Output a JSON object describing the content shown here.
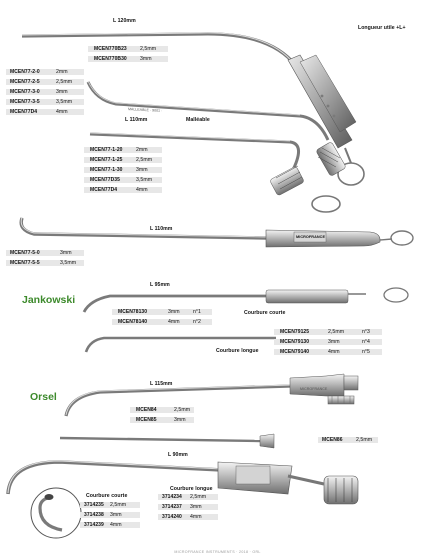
{
  "s1": {
    "dim": "L 120mm",
    "longueur": "Longueur utile +L+",
    "rows": [
      {
        "code": "MCEN770B23",
        "size": "2,5mm"
      },
      {
        "code": "MCEN770B30",
        "size": "3mm"
      }
    ]
  },
  "s2": {
    "dim": "L 110mm",
    "malleable": "Malléable",
    "etch": "MALLEABLE · 9001 ·",
    "rows": [
      {
        "code": "MCEN77-2-0",
        "size": "2mm"
      },
      {
        "code": "MCEN77-2-5",
        "size": "2,5mm"
      },
      {
        "code": "MCEN77-3-0",
        "size": "3mm"
      },
      {
        "code": "MCEN77-3-5",
        "size": "3,5mm"
      },
      {
        "code": "MCEN77D4",
        "size": "4mm"
      }
    ]
  },
  "s3": {
    "rows": [
      {
        "code": "MCEN77-1-20",
        "size": "2mm"
      },
      {
        "code": "MCEN77-1-25",
        "size": "2,5mm"
      },
      {
        "code": "MCEN77-1-30",
        "size": "3mm"
      },
      {
        "code": "MCEN77D35",
        "size": "3,5mm"
      },
      {
        "code": "MCEN77D4",
        "size": "4mm"
      }
    ]
  },
  "s4": {
    "dim": "L 110mm",
    "brand": "MICROFRANCE",
    "rows": [
      {
        "code": "MCEN77-5-0",
        "size": "3mm"
      },
      {
        "code": "MCEN77-5-5",
        "size": "3,5mm"
      }
    ]
  },
  "jank": {
    "heading": "Jankowski",
    "dim": "L 95mm",
    "courte": "Courbure courte",
    "longue": "Courbure longue",
    "rows_a": [
      {
        "code": "MCEN78130",
        "size": "3mm",
        "n": "n°1"
      },
      {
        "code": "MCEN78140",
        "size": "4mm",
        "n": "n°2"
      }
    ],
    "rows_b": [
      {
        "code": "MCEN79125",
        "size": "2,5mm",
        "n": "n°3"
      },
      {
        "code": "MCEN79130",
        "size": "3mm",
        "n": "n°4"
      },
      {
        "code": "MCEN79140",
        "size": "4mm",
        "n": "n°5"
      }
    ]
  },
  "orsel": {
    "heading": "Orsel",
    "dim": "L 115mm",
    "etch": "MICROFRANCE",
    "rows": [
      {
        "code": "MCEN84",
        "size": "2,5mm"
      },
      {
        "code": "MCEN85",
        "size": "3mm"
      }
    ]
  },
  "s7": {
    "rows": [
      {
        "code": "MCEN86",
        "size": "2,5mm"
      }
    ]
  },
  "s8": {
    "dim": "L 90mm",
    "courte": "Courbure courte",
    "longue": "Courbure longue",
    "rows_a": [
      {
        "code": "3714235",
        "size": "2,5mm"
      },
      {
        "code": "3714238",
        "size": "3mm"
      },
      {
        "code": "3714239",
        "size": "4mm"
      }
    ],
    "rows_b": [
      {
        "code": "3714234",
        "size": "2,5mm"
      },
      {
        "code": "3714237",
        "size": "3mm"
      },
      {
        "code": "3714240",
        "size": "4mm"
      }
    ]
  },
  "footer": "MICROFRANCE INSTRUMENTS · 2018 · ORL"
}
